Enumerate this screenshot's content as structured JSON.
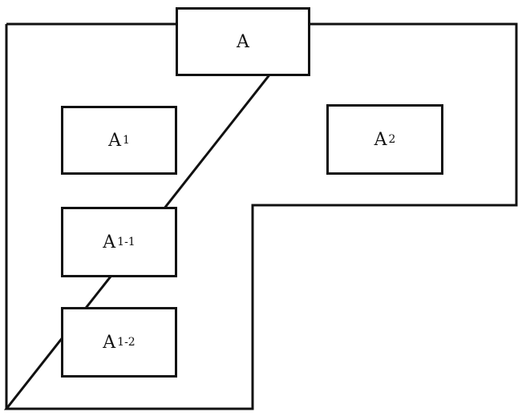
{
  "boxes": {
    "root": {
      "label": "A",
      "sub": ""
    },
    "a1": {
      "label": "A",
      "sub": "1"
    },
    "a2": {
      "label": "A",
      "sub": "2"
    },
    "a11": {
      "label": "A",
      "sub": "1-1"
    },
    "a12": {
      "label": "A",
      "sub": "1-2"
    }
  }
}
